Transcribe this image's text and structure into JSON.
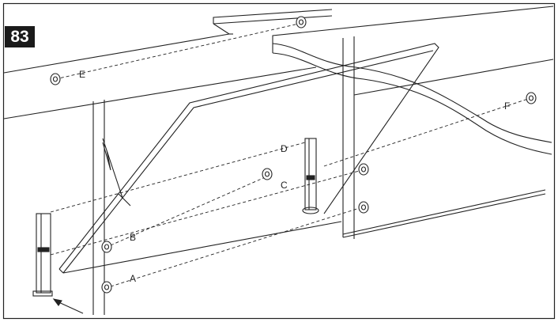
{
  "figure": {
    "number": "83"
  },
  "labels": {
    "a": "A",
    "b": "B",
    "c": "C",
    "d": "D",
    "e": "E",
    "f": "F"
  },
  "colors": {
    "line": "#222222",
    "badge_bg": "#1a1a1a",
    "badge_text": "#ffffff",
    "background": "#ffffff"
  }
}
